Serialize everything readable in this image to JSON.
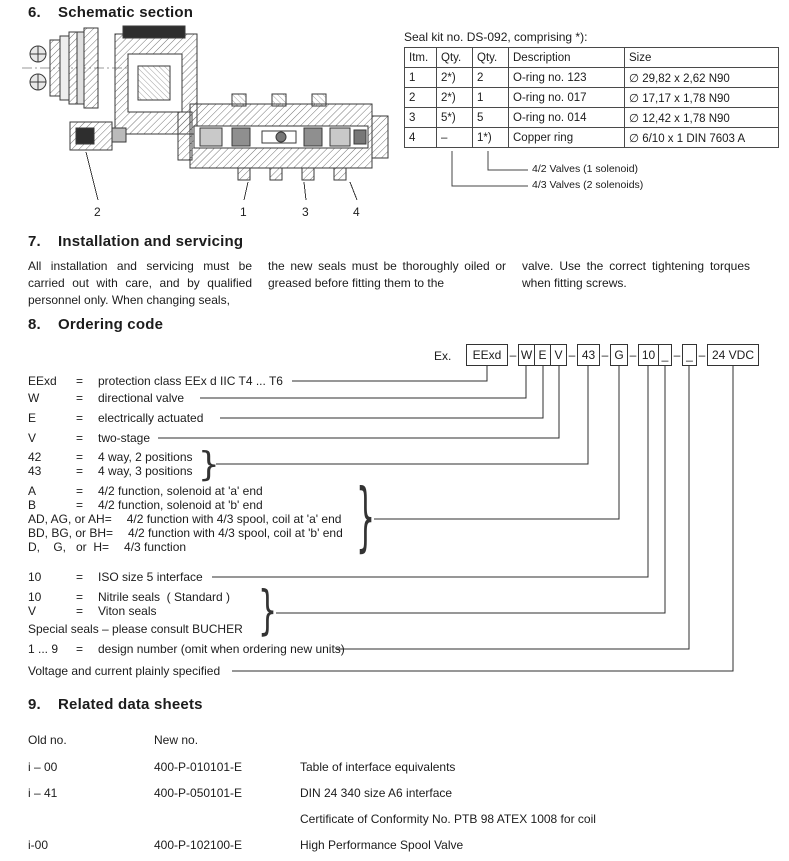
{
  "page": {
    "bg": "#ffffff",
    "text": "#1c1c1c",
    "line": "#2f2f2f"
  },
  "section6": {
    "num": "6.",
    "title": "Schematic section",
    "drawing_labels": [
      "2",
      "1",
      "3",
      "4"
    ],
    "seal_kit": {
      "title": "Seal kit no. DS-092, comprising *):",
      "columns": [
        "Itm.",
        "Qty.",
        "Qty.",
        "Description",
        "Size"
      ],
      "rows": [
        [
          "1",
          "2*)",
          "2",
          "O-ring no. 123",
          "∅ 29,82 x 2,62 N90"
        ],
        [
          "2",
          "2*)",
          "1",
          "O-ring no. 017",
          "∅ 17,17 x 1,78 N90"
        ],
        [
          "3",
          "5*)",
          "5",
          "O-ring no. 014",
          "∅ 12,42 x 1,78 N90"
        ],
        [
          "4",
          "–",
          "1*)",
          "Copper ring",
          "∅ 6/10 x 1 DIN 7603 A"
        ]
      ],
      "notes": [
        "4/2 Valves (1 solenoid)",
        "4/3 Valves (2 solenoids)"
      ]
    }
  },
  "section7": {
    "num": "7.",
    "title": "Installation and servicing",
    "columns": [
      "All installation and servicing  must be carried out with care, and by qualified personnel only. When changing seals,",
      "the new seals must be thoroughly oiled or greased before fitting them to the",
      "valve.  Use  the  correct  tightening torques when fitting screws."
    ]
  },
  "section8": {
    "num": "8.",
    "title": "Ordering code",
    "example_label": "Ex.",
    "brace": "}",
    "code_segments": [
      "EExd",
      "–",
      "W",
      "E",
      "V",
      "–",
      "43",
      "–",
      "G",
      "–",
      "10",
      "_",
      "–",
      "_",
      "–",
      "24 VDC"
    ],
    "legend": [
      {
        "code": "EExd",
        "sep": "=",
        "text": "protection class EEx d IIC T4 ... T6"
      },
      {
        "code": "W",
        "sep": "=",
        "text": "directional valve"
      },
      {
        "code": "E",
        "sep": "=",
        "text": "electrically actuated"
      },
      {
        "code": "V",
        "sep": "=",
        "text": "two-stage"
      },
      {
        "code": "42",
        "sep": "=",
        "text": "4 way, 2 positions"
      },
      {
        "code": "43",
        "sep": "=",
        "text": "4 way, 3 positions"
      },
      {
        "code": "A",
        "sep": "=",
        "text": "4/2 function, solenoid at 'a' end"
      },
      {
        "code": "B",
        "sep": "=",
        "text": "4/2 function, solenoid at 'b' end"
      },
      {
        "code": "AD, AG, or AH",
        "sep": "=",
        "text": "4/2 function with 4/3 spool, coil at 'a' end"
      },
      {
        "code": "BD, BG, or BH",
        "sep": "=",
        "text": "4/2 function with 4/3 spool, coil at 'b' end"
      },
      {
        "code": "D,    G,   or  H",
        "sep": "=",
        "text": "4/3 function"
      },
      {
        "code": "10",
        "sep": "=",
        "text": "ISO size 5 interface"
      },
      {
        "code": "10",
        "sep": "=",
        "text": "Nitrile seals  ( Standard )"
      },
      {
        "code": "V",
        "sep": "=",
        "text": "Viton seals"
      },
      {
        "code": "",
        "sep": "",
        "text": "Special seals – please consult BUCHER"
      },
      {
        "code": "1 ... 9",
        "sep": "=",
        "text": "design number (omit when ordering new units)"
      },
      {
        "code": "",
        "sep": "",
        "text": "Voltage and current plainly specified"
      }
    ]
  },
  "section9": {
    "num": "9.",
    "title": "Related data sheets",
    "col_headers": [
      "Old no.",
      "New no."
    ],
    "rows": [
      {
        "old": "i – 00",
        "new": "400-P-010101-E",
        "desc": "Table of interface equivalents"
      },
      {
        "old": "i – 41",
        "new": "400-P-050101-E",
        "desc": "DIN 24 340 size A6 interface"
      },
      {
        "old": "",
        "new": "",
        "desc": "Certificate of Conformity No. PTB 98 ATEX 1008 for coil"
      },
      {
        "old": "i-00",
        "new": "400-P-102100-E",
        "desc": "High Performance Spool Valve"
      }
    ]
  }
}
